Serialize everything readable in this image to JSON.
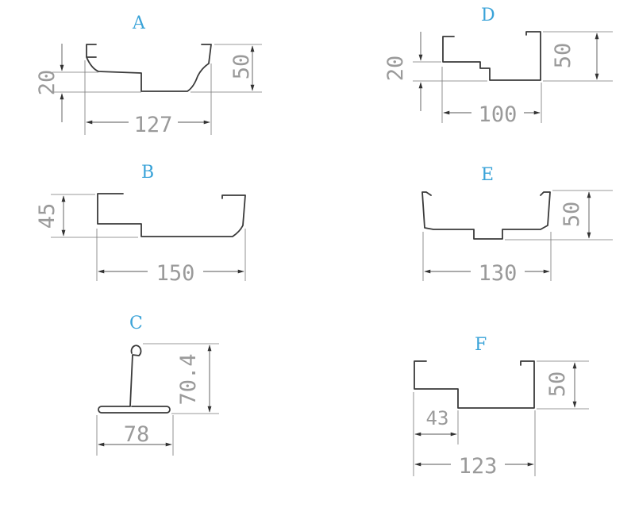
{
  "profiles": [
    {
      "label": "A",
      "width": "127",
      "height": "50",
      "step": "20"
    },
    {
      "label": "B",
      "width": "150",
      "height": "45"
    },
    {
      "label": "C",
      "width": "78",
      "height": "70.4"
    },
    {
      "label": "D",
      "width": "100",
      "height": "50",
      "step": "20"
    },
    {
      "label": "E",
      "width": "130",
      "height": "50"
    },
    {
      "label": "F",
      "width": "123",
      "height": "50",
      "step": "43"
    }
  ],
  "colors": {
    "label": "#3aa3d8",
    "line": "#3a3a3a",
    "dimension": "#9a9a9a"
  }
}
